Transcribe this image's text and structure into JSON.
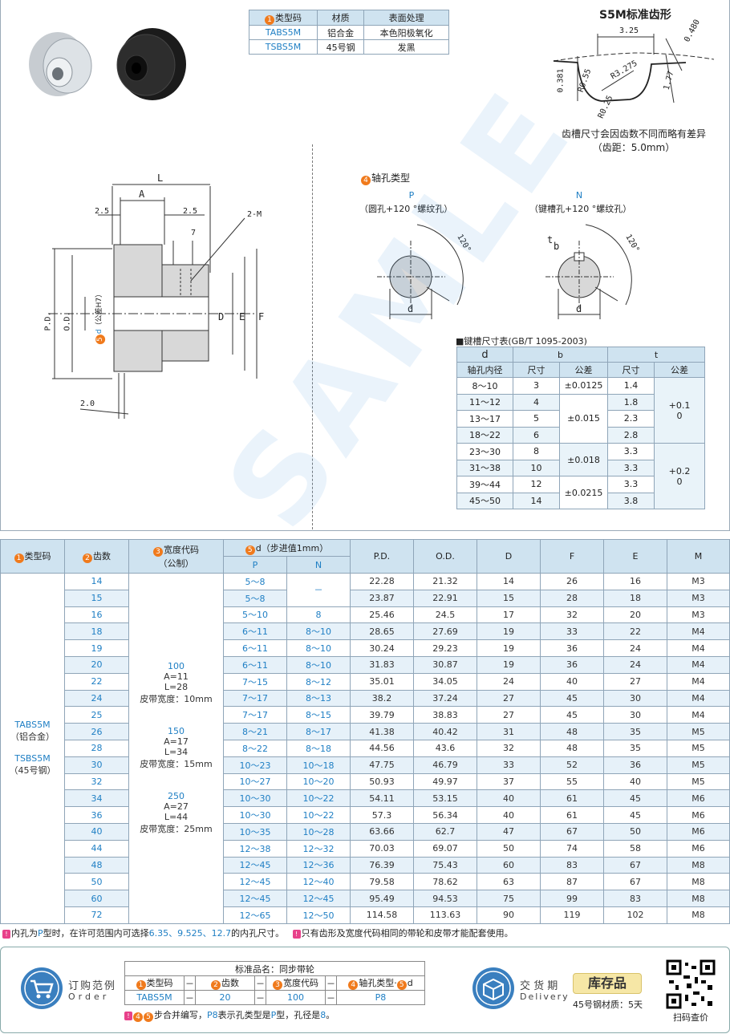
{
  "top_table": {
    "headers": [
      "类型码",
      "材质",
      "表面处理"
    ],
    "rows": [
      [
        "TABS5M",
        "铝合金",
        "本色阳极氧化"
      ],
      [
        "TSBS5M",
        "45号钢",
        "发黑"
      ]
    ]
  },
  "tooth": {
    "title": "S5M标准齿形",
    "d1": "3.25",
    "d2": "0.480",
    "d3": "0.381",
    "d4": "R0.55",
    "d5": "R3.275",
    "d6": "1.77",
    "d7": "R0.25",
    "note1": "齿槽尺寸会因齿数不同而略有差异",
    "note2": "（齿距：5.0mm）"
  },
  "drawing": {
    "L": "L",
    "A": "A",
    "a25l": "2.5",
    "a25r": "2.5",
    "a7": "7",
    "m2": "2-M",
    "pd": "P.D.",
    "od": "O.D.",
    "d5": "d",
    "tol": "（公差H7）",
    "D": "D",
    "E": "E",
    "F": "F",
    "t20": "2.0"
  },
  "bore": {
    "title": "轴孔类型",
    "p_label": "P",
    "p_desc": "（圆孔+120 °螺纹孔）",
    "n_label": "N",
    "n_desc": "（键槽孔+120 °螺纹孔）",
    "angle": "120°",
    "d": "d",
    "b": "b",
    "t": "t"
  },
  "keyway": {
    "title": "■键槽尺寸表(GB/T 1095-2003)",
    "h_d": "d",
    "h_d2": "轴孔内径",
    "h_b": "b",
    "h_t": "t",
    "h_size": "尺寸",
    "h_tol": "公差",
    "rows": [
      [
        "8～10",
        "3",
        "±0.0125",
        "1.4"
      ],
      [
        "11～12",
        "4",
        "",
        "1.8"
      ],
      [
        "13～17",
        "5",
        "±0.015",
        "2.3"
      ],
      [
        "18～22",
        "6",
        "",
        "2.8"
      ],
      [
        "23～30",
        "8",
        "±0.018",
        "3.3"
      ],
      [
        "31～38",
        "10",
        "",
        "3.3"
      ],
      [
        "39～44",
        "12",
        "±0.0215",
        "3.3"
      ],
      [
        "45～50",
        "14",
        "",
        "3.8"
      ]
    ],
    "t_tol1a": "+0.1",
    "t_tol1b": "0",
    "t_tol2a": "+0.2",
    "t_tol2b": "0"
  },
  "main": {
    "h_type": "类型码",
    "h_teeth": "齿数",
    "h_width": "宽度代码",
    "h_width2": "（公制）",
    "h_d": "d（步进值1mm）",
    "h_p": "P",
    "h_n": "N",
    "h_pd": "P.D.",
    "h_od": "O.D.",
    "h_D": "D",
    "h_F": "F",
    "h_E": "E",
    "h_M": "M",
    "type1": "TABS5M",
    "type1b": "（铝合金）",
    "type2": "TSBS5M",
    "type2b": "（45号钢）",
    "w1": "100",
    "w1a": "A=11",
    "w1b": "L=28",
    "w1c": "皮带宽度：10mm",
    "w2": "150",
    "w2a": "A=17",
    "w2b": "L=34",
    "w2c": "皮带宽度：15mm",
    "w3": "250",
    "w3a": "A=27",
    "w3b": "L=44",
    "w3c": "皮带宽度：25mm",
    "n_dash": "－",
    "rows": [
      [
        "14",
        "5～8",
        "",
        "22.28",
        "21.32",
        "14",
        "26",
        "16",
        "M3"
      ],
      [
        "15",
        "5～8",
        "",
        "23.87",
        "22.91",
        "15",
        "28",
        "18",
        "M3"
      ],
      [
        "16",
        "5～10",
        "8",
        "25.46",
        "24.5",
        "17",
        "32",
        "20",
        "M3"
      ],
      [
        "18",
        "6～11",
        "8～10",
        "28.65",
        "27.69",
        "19",
        "33",
        "22",
        "M4"
      ],
      [
        "19",
        "6～11",
        "8～10",
        "30.24",
        "29.23",
        "19",
        "36",
        "24",
        "M4"
      ],
      [
        "20",
        "6～11",
        "8～10",
        "31.83",
        "30.87",
        "19",
        "36",
        "24",
        "M4"
      ],
      [
        "22",
        "7～15",
        "8～12",
        "35.01",
        "34.05",
        "24",
        "40",
        "27",
        "M4"
      ],
      [
        "24",
        "7～17",
        "8～13",
        "38.2",
        "37.24",
        "27",
        "45",
        "30",
        "M4"
      ],
      [
        "25",
        "7～17",
        "8～15",
        "39.79",
        "38.83",
        "27",
        "45",
        "30",
        "M4"
      ],
      [
        "26",
        "8～21",
        "8～17",
        "41.38",
        "40.42",
        "31",
        "48",
        "35",
        "M5"
      ],
      [
        "28",
        "8～22",
        "8～18",
        "44.56",
        "43.6",
        "32",
        "48",
        "35",
        "M5"
      ],
      [
        "30",
        "10～23",
        "10～18",
        "47.75",
        "46.79",
        "33",
        "52",
        "36",
        "M5"
      ],
      [
        "32",
        "10～27",
        "10～20",
        "50.93",
        "49.97",
        "37",
        "55",
        "40",
        "M5"
      ],
      [
        "34",
        "10～30",
        "10～22",
        "54.11",
        "53.15",
        "40",
        "61",
        "45",
        "M6"
      ],
      [
        "36",
        "10～30",
        "10～22",
        "57.3",
        "56.34",
        "40",
        "61",
        "45",
        "M6"
      ],
      [
        "40",
        "10～35",
        "10～28",
        "63.66",
        "62.7",
        "47",
        "67",
        "50",
        "M6"
      ],
      [
        "44",
        "12～38",
        "12～32",
        "70.03",
        "69.07",
        "50",
        "74",
        "58",
        "M6"
      ],
      [
        "48",
        "12～45",
        "12～36",
        "76.39",
        "75.43",
        "60",
        "83",
        "67",
        "M8"
      ],
      [
        "50",
        "12～45",
        "12～40",
        "79.58",
        "78.62",
        "63",
        "87",
        "67",
        "M8"
      ],
      [
        "60",
        "12～45",
        "12～45",
        "95.49",
        "94.53",
        "75",
        "99",
        "83",
        "M8"
      ],
      [
        "72",
        "12～65",
        "12～50",
        "114.58",
        "113.63",
        "90",
        "119",
        "102",
        "M8"
      ]
    ]
  },
  "note": {
    "n1a": "内孔为",
    "n1b": "P",
    "n1c": "型时，在许可范围内可选择",
    "n1d": "6.35、9.525、12.7",
    "n1e": "的内孔尺寸。",
    "n2": "只有齿形及宽度代码相同的带轮和皮带才能配套使用。"
  },
  "order": {
    "label1": "订购范例",
    "label2": "Order",
    "std_name": "标准品名：同步带轮",
    "h1": "类型码",
    "h2": "齿数",
    "h3": "宽度代码",
    "h4": "轴孔类型·",
    "h4b": "d",
    "v1": "TABS5M",
    "v2": "20",
    "v3": "100",
    "v4": "P8",
    "dash": "－",
    "foot_a": "步合并编写，",
    "foot_b": "P8",
    "foot_c": "表示孔类型是",
    "foot_d": "P",
    "foot_e": "型，孔径是",
    "foot_f": "8",
    "foot_g": "。"
  },
  "delivery": {
    "label1": "交 货 期",
    "label2": "Delivery",
    "stock": "库存品",
    "note": "45号钢材质：5天",
    "qr": "扫码查价"
  },
  "watermark": "SAMLE"
}
